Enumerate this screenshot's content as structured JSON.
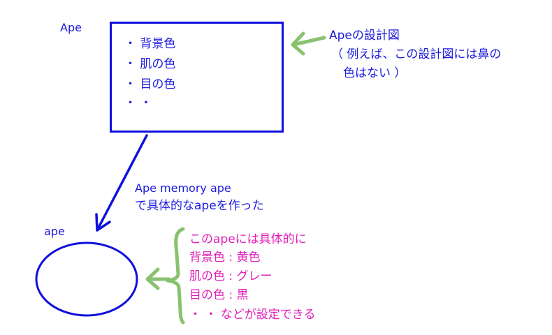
{
  "class_diagram": {
    "label": "Ape",
    "attributes": [
      "・ 背景色",
      "・ 肌の色",
      "・ 目の色",
      "・ ・"
    ]
  },
  "class_note": {
    "lines": [
      "Apeの設計図",
      "（ 例えば、この設計図には鼻の",
      "色はない ）"
    ]
  },
  "instantiation": {
    "code": "Ape memory ape",
    "description": "で具体的なapeを作った"
  },
  "instance": {
    "label": "ape"
  },
  "instance_note": {
    "lines": [
      "このapeには具体的に",
      "背景色 : 黄色",
      "肌の色 : グレー",
      "目の色 : 黒",
      "・ ・ などが設定できる"
    ]
  },
  "colors": {
    "blue": "#1010dd",
    "green": "#88c270",
    "pink": "#e01fb8"
  }
}
